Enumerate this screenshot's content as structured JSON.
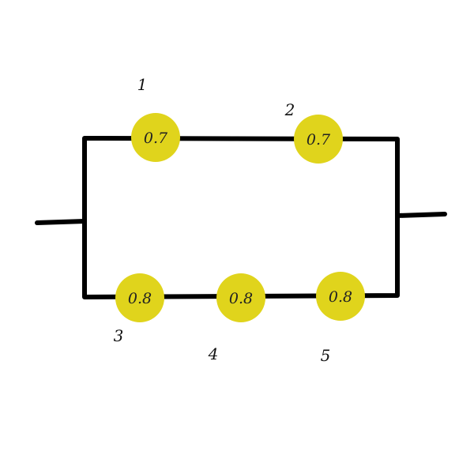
{
  "diagram": {
    "type": "reliability block diagram",
    "colors": {
      "node": "#e0d41c",
      "wire": "#000000"
    },
    "top_branch": [
      {
        "id": "1",
        "value": "0.7"
      },
      {
        "id": "2",
        "value": "0.7"
      }
    ],
    "bottom_branch": [
      {
        "id": "3",
        "value": "0.8"
      },
      {
        "id": "4",
        "value": "0.8"
      },
      {
        "id": "5",
        "value": "0.8"
      }
    ]
  }
}
